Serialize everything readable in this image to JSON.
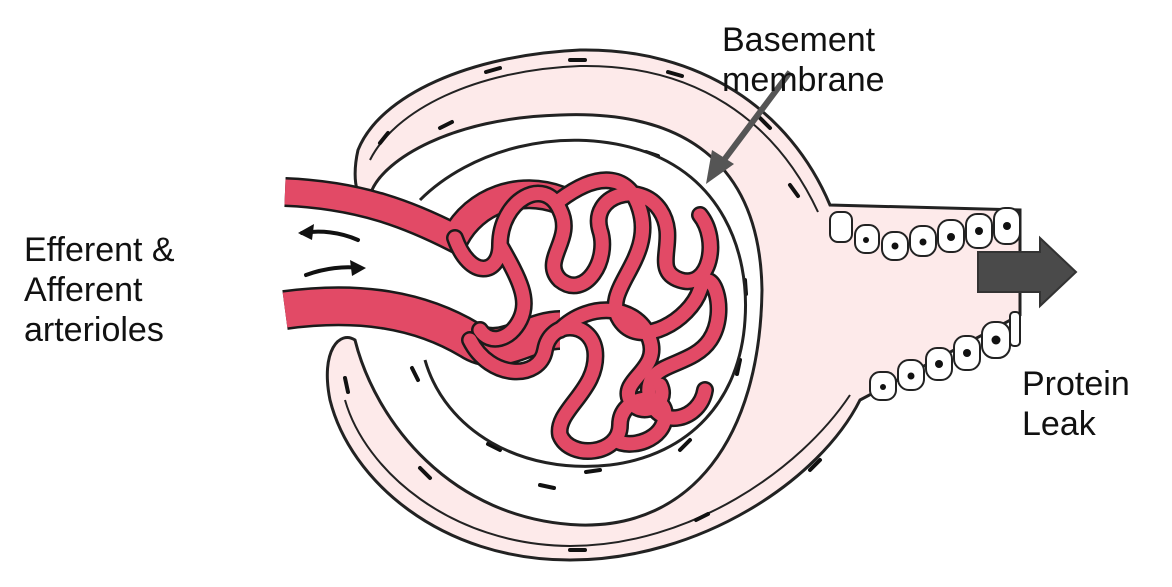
{
  "labels": {
    "arterioles": {
      "line1": "Efferent &",
      "line2": "Afferent",
      "line3": "arterioles"
    },
    "basement_membrane": {
      "line1": "Basement",
      "line2": "membrane"
    },
    "protein_leak": {
      "line1": "Protein",
      "line2": "Leak"
    }
  },
  "colors": {
    "capsule_fill": "#fdeaea",
    "capsule_outline": "#222222",
    "vessel_red": "#e24a66",
    "vessel_outline": "#1a1a1a",
    "arrow_grey": "#555555",
    "leak_arrow": "#4a4a4a",
    "background": "#ffffff"
  }
}
